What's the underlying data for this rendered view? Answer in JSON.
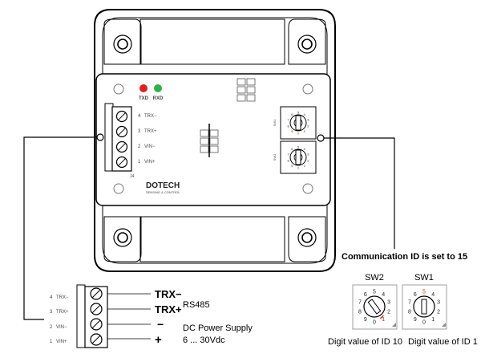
{
  "board": {
    "led_txd_label": "TXD",
    "led_rxd_label": "RXD",
    "led_txd_color": "#e02020",
    "led_rxd_color": "#2ab34a",
    "terminals": [
      {
        "num": "4",
        "name": "TRX−"
      },
      {
        "num": "3",
        "name": "TRX+"
      },
      {
        "num": "2",
        "name": "VIN−"
      },
      {
        "num": "1",
        "name": "VIN+"
      }
    ],
    "connector_ref": "J4",
    "sw1_ref": "SW1",
    "sw2_ref": "SW2",
    "logo_text": "DOTECH",
    "logo_subtext": "SENSING & CONTROL"
  },
  "detail": {
    "terminals": [
      {
        "num": "4",
        "name": "TRX−",
        "signal": "TRX−"
      },
      {
        "num": "3",
        "name": "TRX+",
        "signal": "TRX+"
      },
      {
        "num": "2",
        "name": "VIN−",
        "signal": "−"
      },
      {
        "num": "1",
        "name": "VIN+",
        "signal": "+"
      }
    ],
    "rs485_label": "RS485",
    "power_label_line1": "DC Power Supply",
    "power_label_line2": "6 ... 30Vdc"
  },
  "switches": {
    "note": "Communication ID is set to 15",
    "sw2_title": "SW2",
    "sw1_title": "SW1",
    "sw2_caption": "Digit value of ID 10",
    "sw1_caption": "Digit value of ID 1",
    "dial_digits": [
      "0",
      "1",
      "2",
      "3",
      "4",
      "5",
      "6",
      "7",
      "8",
      "9"
    ],
    "sw2_value": 1,
    "sw1_value": 5,
    "highlight_color": "#e02020"
  }
}
